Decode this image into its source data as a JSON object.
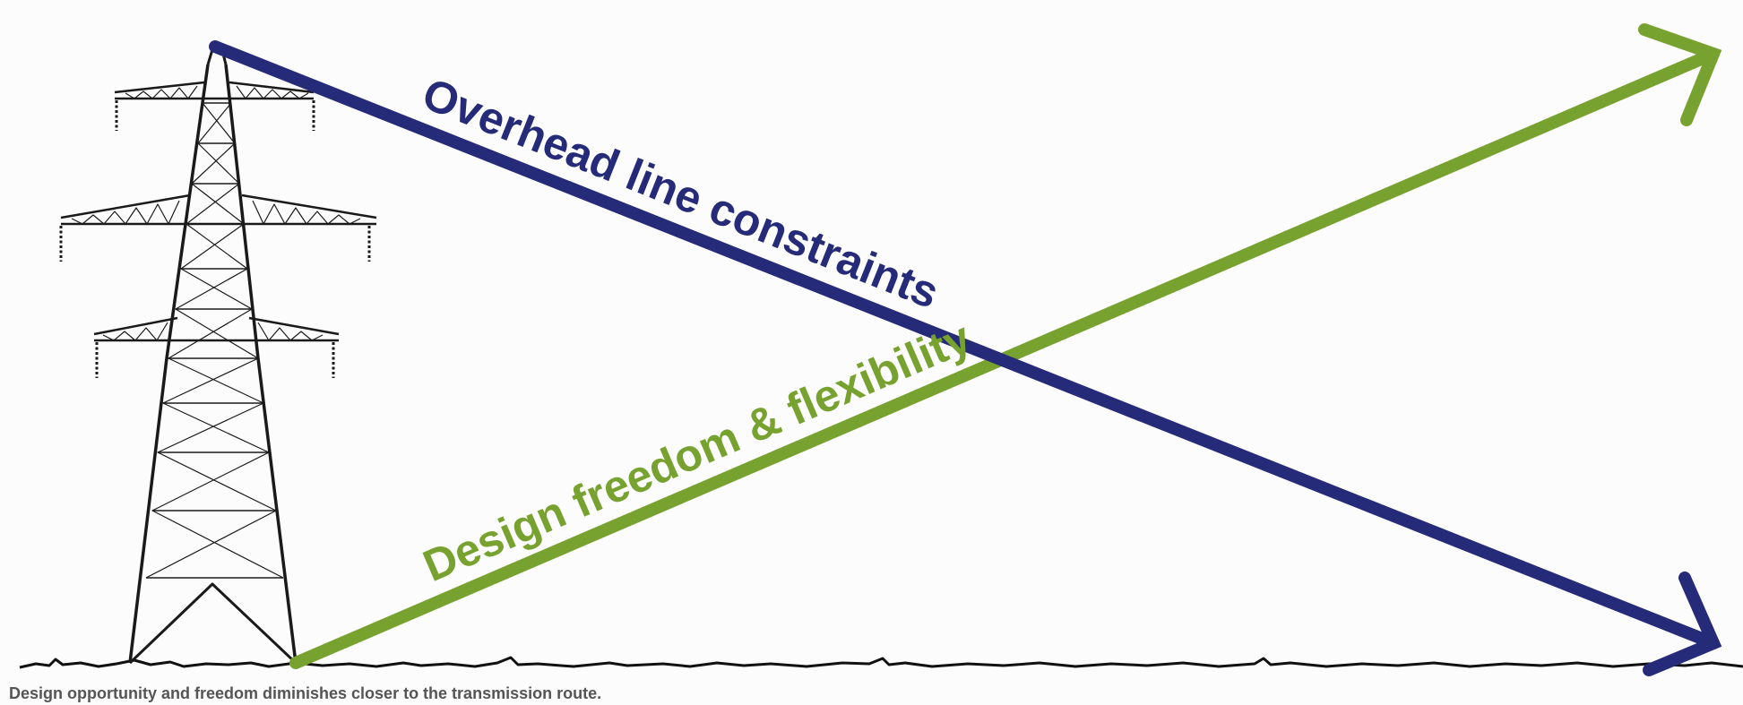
{
  "diagram": {
    "constraints_label": "Overhead line constraints",
    "freedom_label": "Design freedom & flexibility",
    "colors": {
      "constraints": "#252b78",
      "freedom": "#78a22f",
      "pylon": "#1a1a1a",
      "ground": "#111111",
      "background": "#fcfcfc"
    }
  },
  "caption": "Design opportunity and freedom diminishes closer to the transmission route."
}
